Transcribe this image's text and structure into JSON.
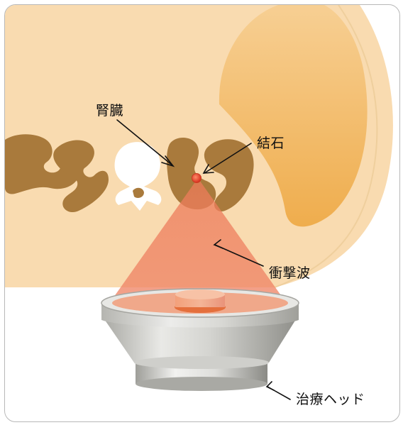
{
  "labels": {
    "kidney": "腎臓",
    "stone": "結石",
    "shockwave": "衝撃波",
    "treatment_head": "治療ヘッド"
  },
  "colors": {
    "body": "#f9dbb0",
    "body_edge": "#f0cf9d",
    "liver": "#f2b864",
    "kidney": "#a97a3c",
    "stone": "#e0412b",
    "shockwave": "#f07a58",
    "head_metal": "#c7c7c1",
    "head_cup": "#e46f3c"
  }
}
